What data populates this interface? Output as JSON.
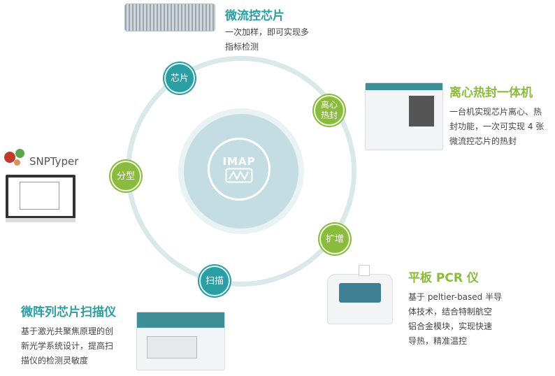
{
  "center": {
    "label": "IMAP",
    "icon": "waveform-icon"
  },
  "nodes": [
    {
      "label": "芯片"
    },
    {
      "label": "离心热封"
    },
    {
      "label": "分型"
    },
    {
      "label": "扩增"
    },
    {
      "label": "扫描"
    }
  ],
  "products": {
    "chip": {
      "title": "微流控芯片",
      "desc": [
        "一次加样，即可实现多",
        "指标检测"
      ]
    },
    "sealer": {
      "title": "离心热封一体机",
      "desc": [
        "一台机实现芯片离心、热",
        "封功能，一次可实现 4 张",
        "微流控芯片的热封"
      ]
    },
    "pcr": {
      "title": "平板 PCR 仪",
      "desc": [
        "基于 peltier-based 半导",
        "体技术，结合特制航空",
        "铝合金模块，实现快速",
        "导热，精准温控"
      ]
    },
    "scanner": {
      "title": "微阵列芯片扫描仪",
      "desc": [
        "基于激光共聚焦原理的创",
        "新光学系统设计，提高扫",
        "描仪的检测灵敏度"
      ]
    },
    "software": {
      "title": "SNPTyper"
    }
  },
  "colors": {
    "teal": "#2a9ea3",
    "green": "#8bbb3c",
    "ring": "#dbe8e9",
    "core": "#c4dde3"
  }
}
